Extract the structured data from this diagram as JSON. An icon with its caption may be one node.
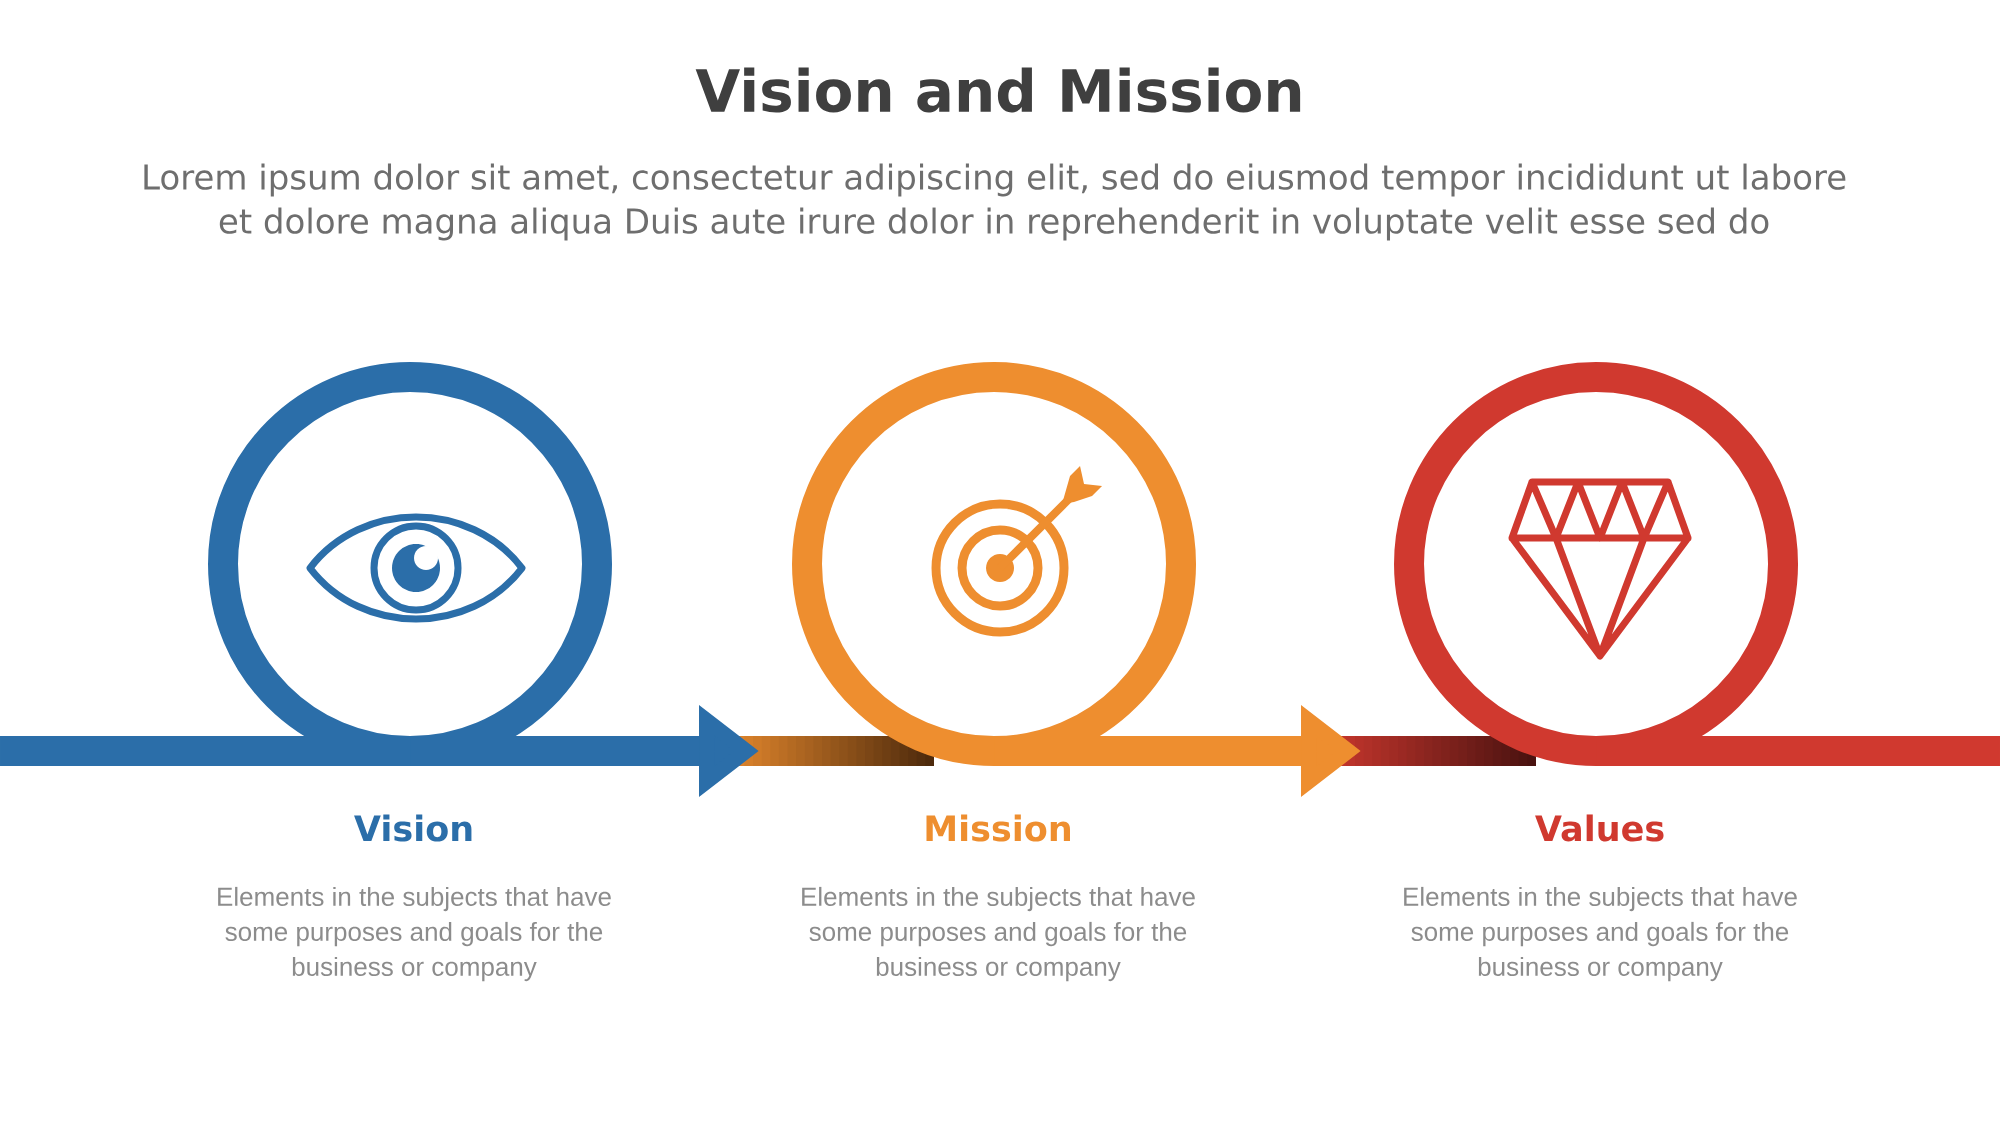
{
  "diagram": {
    "title": "Vision and Mission",
    "nodes": [
      {
        "text": [
          "Vision",
          "Elements in the subjects that have some purposes and goals for the business or company"
        ]
      },
      {
        "text": [
          "Mission",
          "Elements in the subjects that have some purposes and goals for the business or company"
        ]
      },
      {
        "text": [
          "Values",
          "Elements in the subjects that have some purposes and goals for the business or company"
        ]
      }
    ],
    "edges": [
      {
        "from": null,
        "to": 0,
        "arrow": "none",
        "color": "#2b6ea9"
      },
      {
        "from": 0,
        "to": 1,
        "arrow": "to",
        "color": "#2b6ea9"
      },
      {
        "from": 1,
        "to": 2,
        "arrow": "to",
        "color": "#ee8e2f"
      },
      {
        "from": 2,
        "to": null,
        "arrow": "none",
        "color": "#d0392f"
      }
    ],
    "labels": [
      "Lorem ipsum dolor sit amet, consectetur adipiscing elit, sed do eiusmod tempor incididunt ut labore et dolore magna aliqua Duis aute irure dolor in reprehenderit in voluptate velit esse sed do"
    ]
  }
}
